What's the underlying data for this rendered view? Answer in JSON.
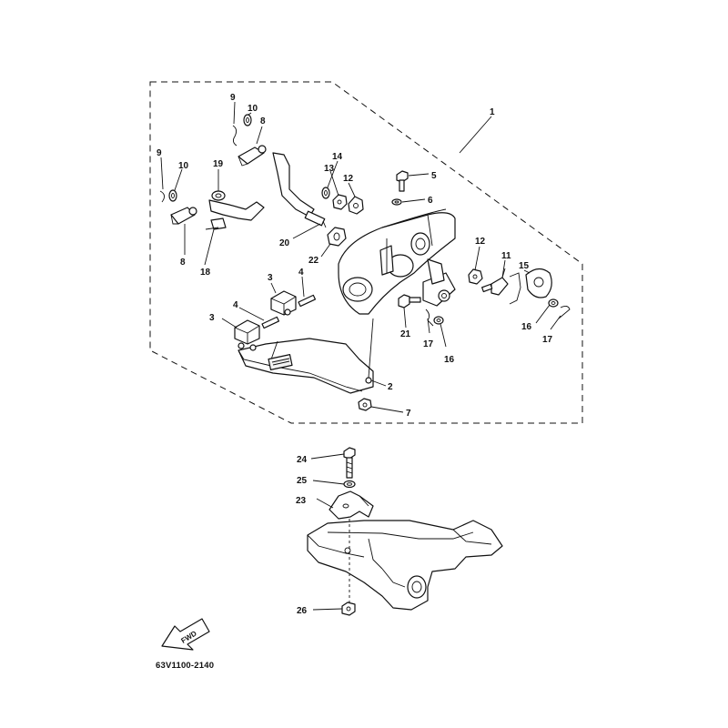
{
  "diagram_code": "63V1100-2140",
  "fwd_label": "FWD",
  "callouts": [
    {
      "id": "c1",
      "text": "1"
    },
    {
      "id": "c2",
      "text": "2"
    },
    {
      "id": "c3a",
      "text": "3"
    },
    {
      "id": "c3b",
      "text": "3"
    },
    {
      "id": "c4a",
      "text": "4"
    },
    {
      "id": "c4b",
      "text": "4"
    },
    {
      "id": "c5",
      "text": "5"
    },
    {
      "id": "c6",
      "text": "6"
    },
    {
      "id": "c7",
      "text": "7"
    },
    {
      "id": "c8a",
      "text": "8"
    },
    {
      "id": "c8b",
      "text": "8"
    },
    {
      "id": "c9a",
      "text": "9"
    },
    {
      "id": "c9b",
      "text": "9"
    },
    {
      "id": "c10a",
      "text": "10"
    },
    {
      "id": "c10b",
      "text": "10"
    },
    {
      "id": "c11",
      "text": "11"
    },
    {
      "id": "c12a",
      "text": "12"
    },
    {
      "id": "c12b",
      "text": "12"
    },
    {
      "id": "c13",
      "text": "13"
    },
    {
      "id": "c14",
      "text": "14"
    },
    {
      "id": "c15",
      "text": "15"
    },
    {
      "id": "c16a",
      "text": "16"
    },
    {
      "id": "c16b",
      "text": "16"
    },
    {
      "id": "c17a",
      "text": "17"
    },
    {
      "id": "c17b",
      "text": "17"
    },
    {
      "id": "c18",
      "text": "18"
    },
    {
      "id": "c19",
      "text": "19"
    },
    {
      "id": "c20",
      "text": "20"
    },
    {
      "id": "c21",
      "text": "21"
    },
    {
      "id": "c22",
      "text": "22"
    },
    {
      "id": "c23",
      "text": "23"
    },
    {
      "id": "c24",
      "text": "24"
    },
    {
      "id": "c25",
      "text": "25"
    },
    {
      "id": "c26",
      "text": "26"
    }
  ]
}
